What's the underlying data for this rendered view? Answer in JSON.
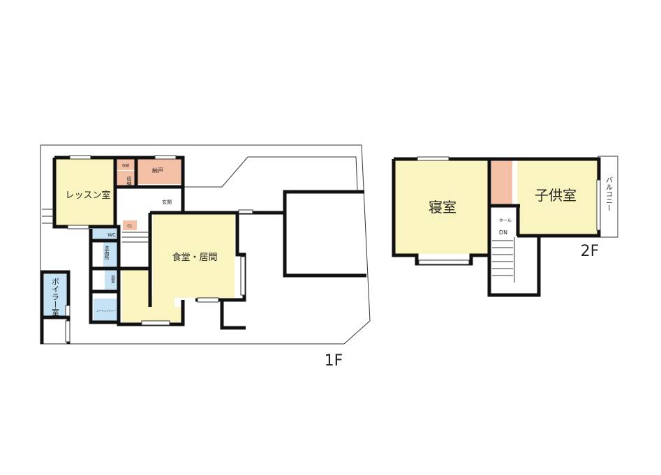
{
  "colors": {
    "living": "#faf5c0",
    "storage": "#f3bfa5",
    "wet": "#c5e3f5",
    "wall": "#111111"
  },
  "floor1": {
    "label": "1F",
    "rooms": {
      "lesson": "レッスン室",
      "storage_small": "収納",
      "storage": "収納",
      "closet_room": "納戸",
      "entrance": "玄関",
      "cl": "CL",
      "wc": "WC",
      "washroom": "洗面所",
      "bath": "浴室",
      "utility": "ユーティリティー",
      "boiler": "ボイラー室",
      "dining_living": "食堂・居間"
    }
  },
  "floor2": {
    "label": "2F",
    "rooms": {
      "bedroom": "寝室",
      "kids": "子供室",
      "hall": "ホール",
      "down": "DN",
      "balcony": "バルコニー"
    }
  }
}
